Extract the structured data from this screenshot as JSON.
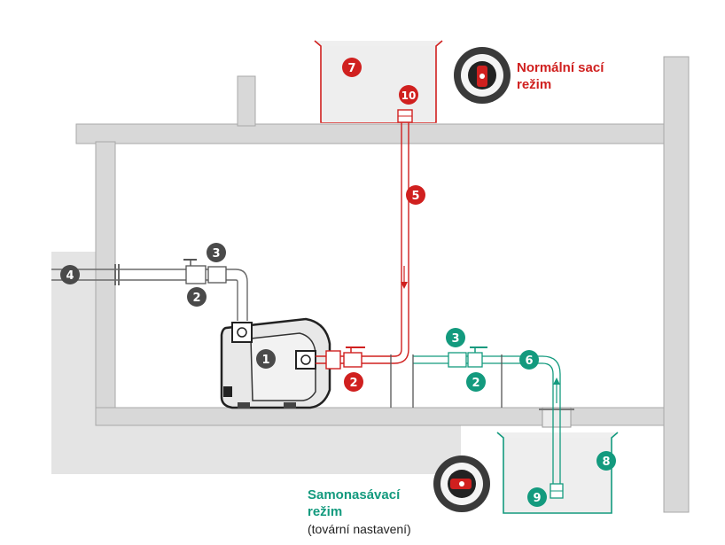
{
  "colors": {
    "red": "#d0201f",
    "green": "#139a7e",
    "gray": "#4a4a4a",
    "wall": "#d6d6d6",
    "wall_stroke": "#a8a8a8"
  },
  "badges": {
    "pump": "1",
    "valve_grey": "2",
    "valve_red": "2",
    "valve_green": "2",
    "check_grey": "3",
    "check_green": "3",
    "inlet": "4",
    "suction_pipe": "5",
    "return_pipe": "6",
    "upper_tank": "7",
    "lower_tank": "8",
    "foot_filter": "9",
    "upper_filter": "10"
  },
  "labels": {
    "normal_line1": "Normální sací",
    "normal_line2": "režim",
    "self_line1": "Samonasávací",
    "self_line2": "režim",
    "self_note": "(tovární nastavení)"
  },
  "icons": {
    "normal_mode": "valve-knob-normal-icon",
    "self_priming_mode": "valve-knob-self-priming-icon"
  }
}
